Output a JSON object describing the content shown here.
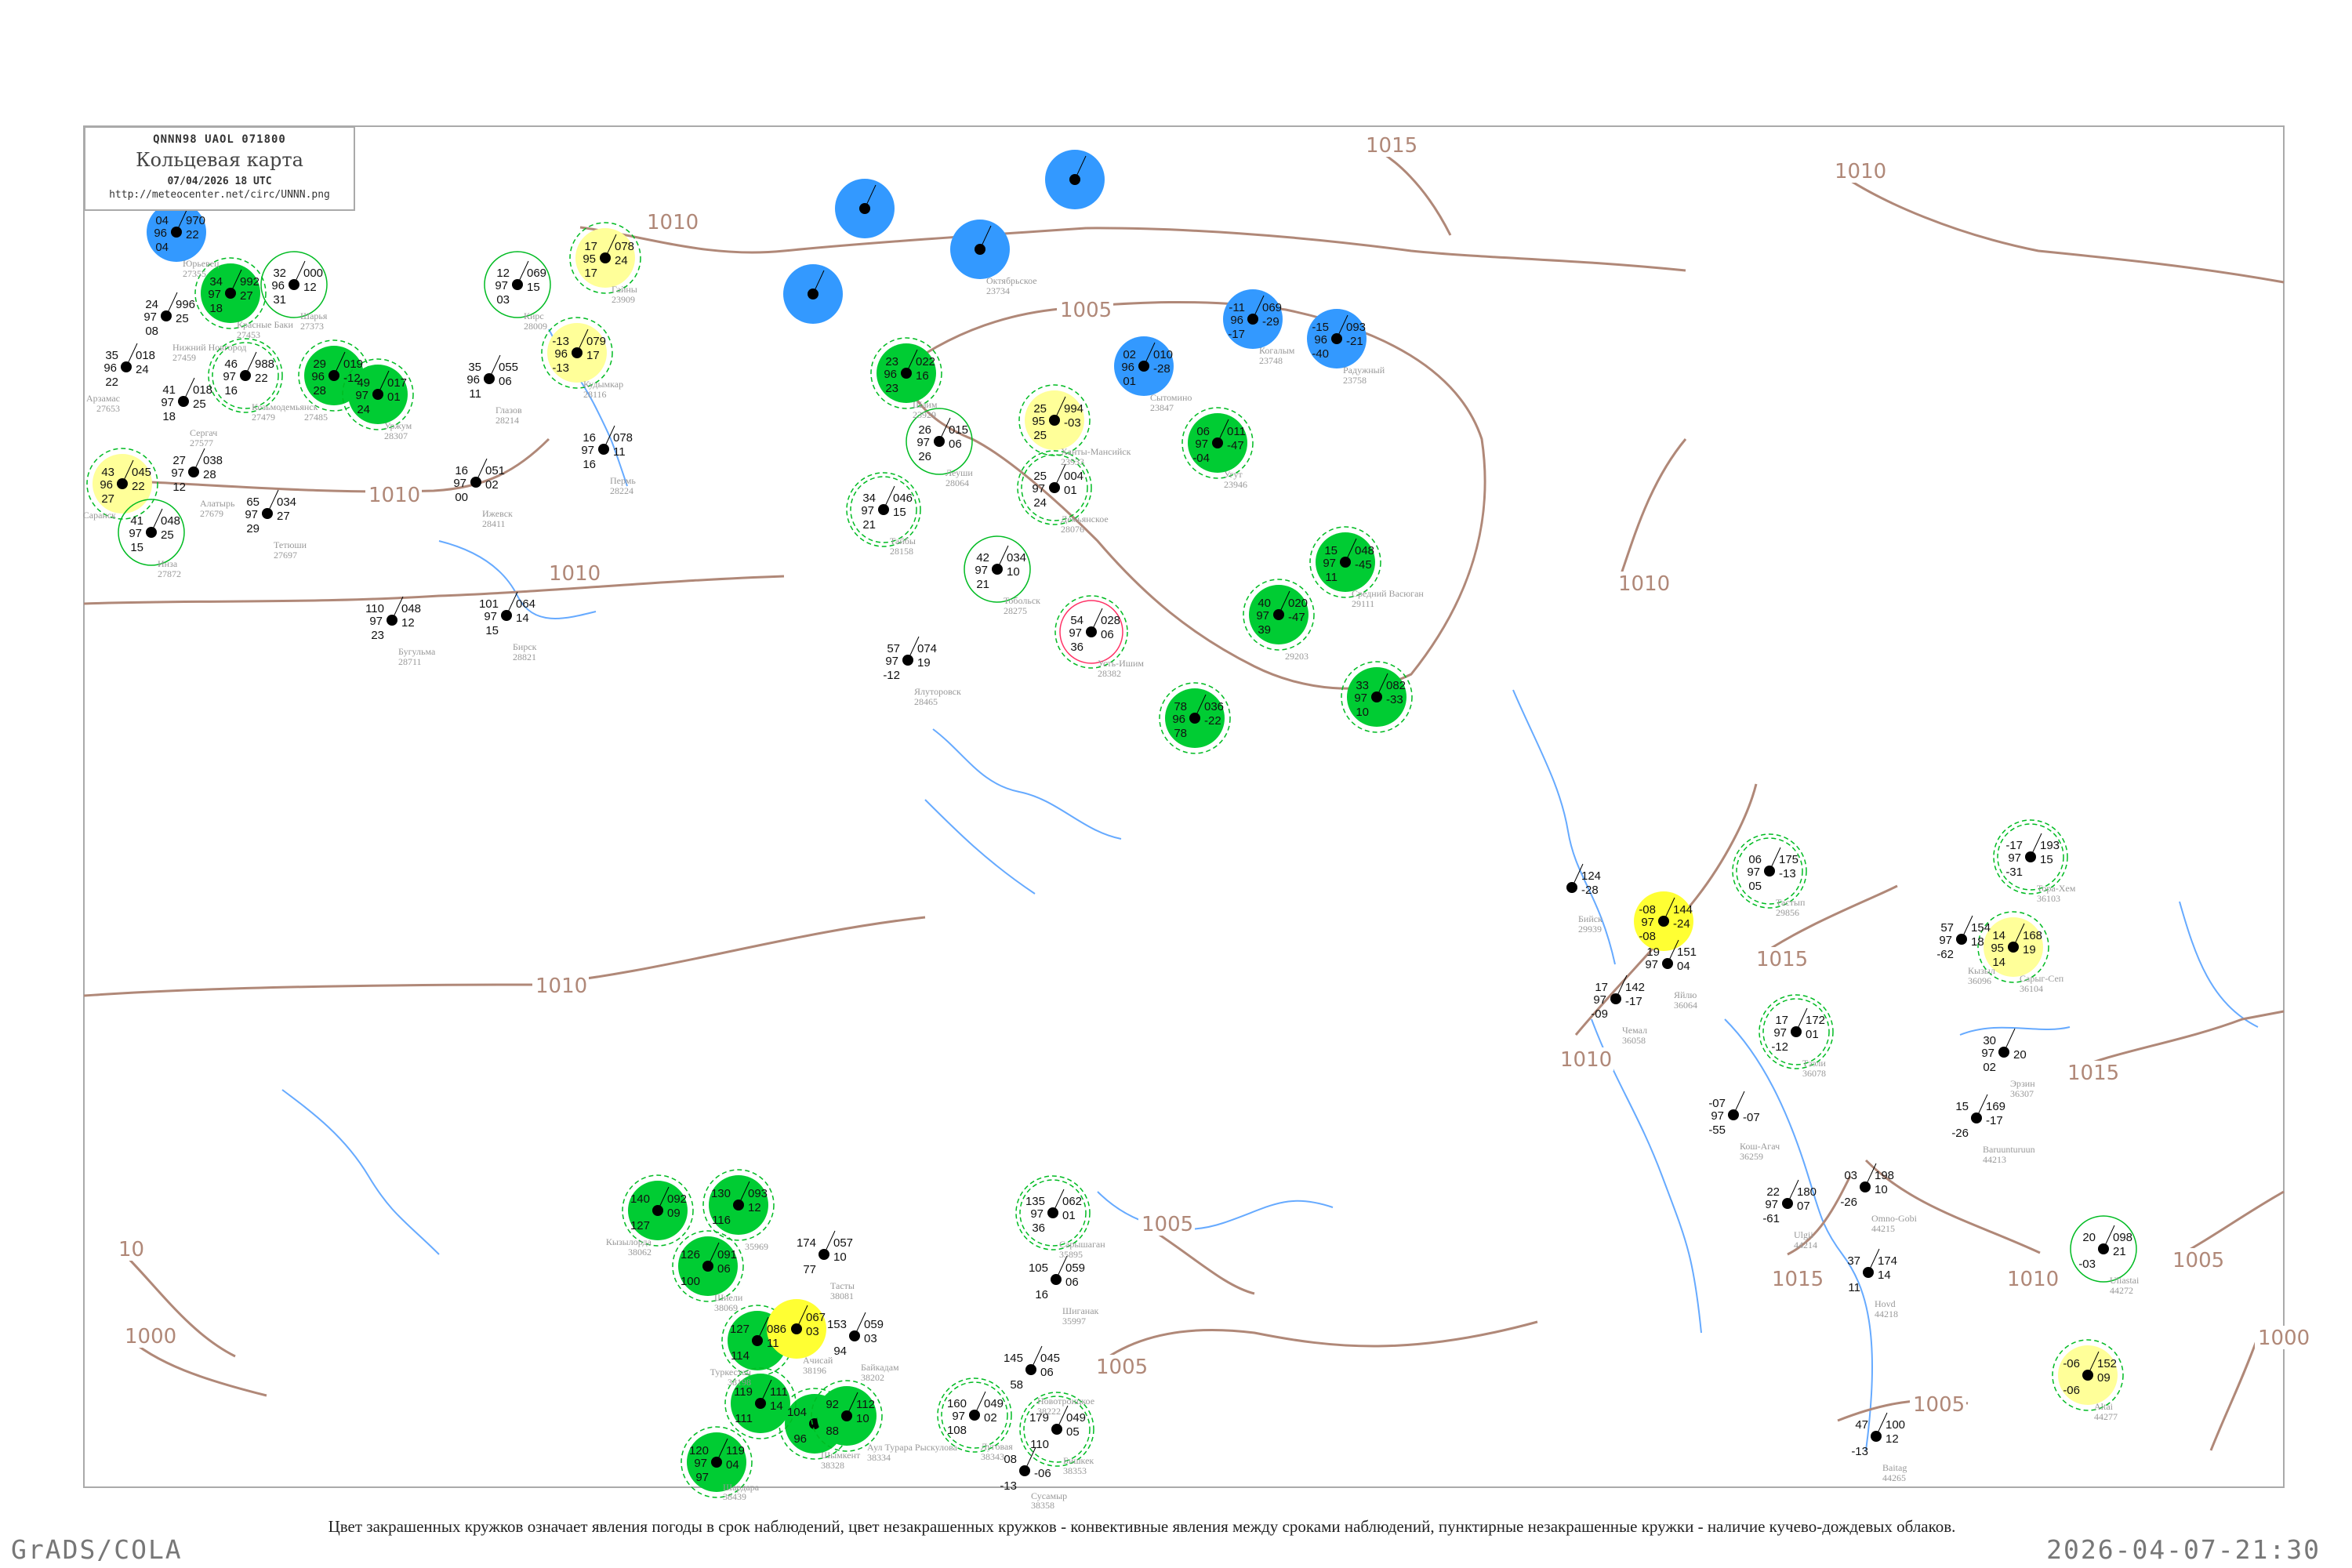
{
  "header": {
    "code": "QNNN98   UAOL   071800",
    "title": "Кольцевая карта",
    "datetime": "07/04/2026 18 UTC",
    "url": "http://meteocenter.net/circ/UNNN.png"
  },
  "caption": "Цвет закрашенных кружков означает явления погоды в срок наблюдений, цвет незакрашенных кружков - конвективные явления между сроками наблюдений, пунктирные незакрашенные кружки - наличие кучево-дождевых облаков.",
  "credit_left": "GrADS/COLA",
  "credit_right": "2026-04-07-21:30",
  "colors": {
    "blue": "#3399ff",
    "green": "#00cc33",
    "yellow": "#ffff99",
    "bright_yellow": "#ffff33",
    "ring": "#00bb22",
    "pink": "#ff3366",
    "isobar": "#b08878",
    "river": "#66aaff"
  },
  "isobar_labels": [
    "1005",
    "1010",
    "1010",
    "1010",
    "1015",
    "1010",
    "1010",
    "1010",
    "1015",
    "1015",
    "1015",
    "1010",
    "1005",
    "1005",
    "1005",
    "1005",
    "1010",
    "10",
    "1000",
    "1000"
  ],
  "stations": [
    {
      "name": "Ханты-Мансийск",
      "id": "23933",
      "kind": "yellow",
      "t": "25",
      "p": "994",
      "c": "95",
      "w": "-03",
      "td": "25"
    },
    {
      "name": "Сытомино",
      "id": "23847",
      "kind": "blue",
      "t": "02",
      "p": "010",
      "c": "96",
      "w": "-28",
      "td": "01"
    },
    {
      "name": "Когалым",
      "id": "23748",
      "kind": "blue",
      "t": "-11",
      "p": "069",
      "c": "96",
      "w": "-29",
      "td": "-17"
    },
    {
      "name": "Радужный",
      "id": "23758",
      "kind": "blue",
      "t": "-15",
      "p": "093",
      "c": "96",
      "w": "-21",
      "td": "-40"
    },
    {
      "name": "Угут",
      "id": "23946",
      "kind": "green",
      "t": "06",
      "p": "011",
      "c": "97",
      "w": "-47",
      "td": "-04"
    },
    {
      "name": "Шаим",
      "id": "23929",
      "kind": "green",
      "t": "23",
      "p": "022",
      "c": "96",
      "w": "16",
      "td": "23"
    },
    {
      "name": "Леуши",
      "id": "28064",
      "kind": "ring",
      "t": "26",
      "p": "015",
      "c": "97",
      "w": "06",
      "td": "26"
    },
    {
      "name": "Демьянское",
      "id": "28076",
      "kind": "dashed",
      "t": "25",
      "p": "004",
      "c": "97",
      "w": "01",
      "td": "24"
    },
    {
      "name": "Тобольск",
      "id": "28275",
      "kind": "ring",
      "t": "42",
      "p": "034",
      "c": "97",
      "w": "10",
      "td": "21"
    },
    {
      "name": "Усть-Ишим",
      "id": "28382",
      "kind": "pink",
      "t": "54",
      "p": "028",
      "c": "97",
      "w": "06",
      "td": "36"
    },
    {
      "name": "Средний Васюган",
      "id": "29111",
      "kind": "green",
      "t": "15",
      "p": "048",
      "c": "97",
      "w": "-45",
      "td": "11"
    },
    {
      "name": "",
      "id": "29203",
      "kind": "green",
      "t": "40",
      "p": "020",
      "c": "97",
      "w": "-47",
      "td": "39"
    },
    {
      "name": "Тайбы",
      "id": "28158",
      "kind": "dashed",
      "t": "34",
      "p": "046",
      "c": "97",
      "w": "15",
      "td": "21"
    },
    {
      "name": "Ялуторовск",
      "id": "28465",
      "kind": "none",
      "t": "57",
      "p": "074",
      "c": "97",
      "w": "19",
      "td": "-12"
    },
    {
      "name": "Юрьевец",
      "id": "27355",
      "kind": "blue",
      "t": "04",
      "p": "970",
      "c": "96",
      "w": "22",
      "td": "04"
    },
    {
      "name": "Красные Баки",
      "id": "27453",
      "kind": "green",
      "t": "34",
      "p": "992",
      "c": "97",
      "w": "27",
      "td": "18"
    },
    {
      "name": "Шарья",
      "id": "27373",
      "kind": "ring",
      "t": "32",
      "p": "000",
      "c": "96",
      "w": "12",
      "td": "31"
    },
    {
      "name": "Нижний Новгород",
      "id": "27459",
      "kind": "none",
      "t": "24",
      "p": "996",
      "c": "97",
      "w": "25",
      "td": "08"
    },
    {
      "name": "Арзамас",
      "id": "27653",
      "kind": "none",
      "t": "35",
      "p": "018",
      "c": "96",
      "w": "24",
      "td": "22"
    },
    {
      "name": "Сергач",
      "id": "27577",
      "kind": "none",
      "t": "41",
      "p": "018",
      "c": "97",
      "w": "25",
      "td": "18"
    },
    {
      "name": "Козьмодемьянск",
      "id": "27479",
      "kind": "dashed",
      "t": "46",
      "p": "988",
      "c": "97",
      "w": "22",
      "td": "16"
    },
    {
      "name": "",
      "id": "27485",
      "kind": "green",
      "t": "29",
      "p": "019",
      "c": "96",
      "w": "-12",
      "td": "28"
    },
    {
      "name": "Уржум",
      "id": "28307",
      "kind": "green",
      "t": "49",
      "p": "017",
      "c": "97",
      "w": "01",
      "td": "24"
    },
    {
      "name": "Глазов",
      "id": "28214",
      "kind": "none",
      "t": "35",
      "p": "055",
      "c": "96",
      "w": "06",
      "td": "11"
    },
    {
      "name": "Кирс",
      "id": "28009",
      "kind": "ring",
      "t": "12",
      "p": "069",
      "c": "97",
      "w": "15",
      "td": "03"
    },
    {
      "name": "Кудымкар",
      "id": "28116",
      "kind": "yellow",
      "t": "-13",
      "p": "079",
      "c": "96",
      "w": "17",
      "td": "-13"
    },
    {
      "name": "Гайны",
      "id": "23909",
      "kind": "yellow",
      "t": "17",
      "p": "078",
      "c": "95",
      "w": "24",
      "td": "17"
    },
    {
      "name": "Саранск",
      "id": "",
      "kind": "yellow",
      "t": "43",
      "p": "045",
      "c": "96",
      "w": "22",
      "td": "27"
    },
    {
      "name": "Инза",
      "id": "27872",
      "kind": "ring",
      "t": "41",
      "p": "048",
      "c": "97",
      "w": "25",
      "td": "15"
    },
    {
      "name": "Алатырь",
      "id": "27679",
      "kind": "none",
      "t": "27",
      "p": "038",
      "c": "97",
      "w": "28",
      "td": "12"
    },
    {
      "name": "Ижевск",
      "id": "28411",
      "kind": "none",
      "t": "16",
      "p": "051",
      "c": "97",
      "w": "02",
      "td": "00"
    },
    {
      "name": "Пермь",
      "id": "28224",
      "kind": "none",
      "t": "16",
      "p": "078",
      "c": "97",
      "w": "11",
      "td": "16"
    },
    {
      "name": "Тетюши",
      "id": "27697",
      "kind": "none",
      "t": "65",
      "p": "034",
      "c": "97",
      "w": "27",
      "td": "29"
    },
    {
      "name": "Бугульма",
      "id": "28711",
      "kind": "none",
      "t": "110",
      "p": "048",
      "c": "97",
      "w": "12",
      "td": "23"
    },
    {
      "name": "Бирск",
      "id": "28821",
      "kind": "none",
      "t": "101",
      "p": "064",
      "c": "97",
      "w": "14",
      "td": "15"
    },
    {
      "name": "Кызылорда",
      "id": "38062",
      "kind": "green",
      "t": "140",
      "p": "092",
      "c": "",
      "w": "09",
      "td": "127"
    },
    {
      "name": "",
      "id": "35969",
      "kind": "green",
      "t": "130",
      "p": "093",
      "c": "",
      "w": "12",
      "td": "116"
    },
    {
      "name": "Шиели",
      "id": "38069",
      "kind": "green",
      "t": "126",
      "p": "091",
      "c": "",
      "w": "06",
      "td": "100"
    },
    {
      "name": "Туркестан",
      "id": "38198",
      "kind": "green",
      "t": "127",
      "p": "086",
      "c": "",
      "w": "11",
      "td": "114"
    },
    {
      "name": "Ачисай",
      "id": "38196",
      "kind": "bright_yellow",
      "t": "",
      "p": "067",
      "c": "",
      "w": "03",
      "td": ""
    },
    {
      "name": "Байкадам",
      "id": "38202",
      "kind": "none",
      "t": "153",
      "p": "059",
      "c": "",
      "w": "03",
      "td": "94"
    },
    {
      "name": "Тасты",
      "id": "38081",
      "kind": "none",
      "t": "174",
      "p": "057",
      "c": "",
      "w": "10",
      "td": "77"
    },
    {
      "name": "Шардара",
      "id": "38439",
      "kind": "green",
      "t": "120",
      "p": "119",
      "c": "97",
      "w": "04",
      "td": "97"
    },
    {
      "name": "Шымкент",
      "id": "38328",
      "kind": "green",
      "t": "104",
      "p": "",
      "c": "",
      "w": "",
      "td": "96"
    },
    {
      "name": "",
      "id": "",
      "kind": "green",
      "t": "119",
      "p": "111",
      "c": "",
      "w": "14",
      "td": "111"
    },
    {
      "name": "Аул Турара Рыскулова",
      "id": "38334",
      "kind": "green",
      "t": "92",
      "p": "112",
      "c": "",
      "w": "10",
      "td": "88"
    },
    {
      "name": "Луговая",
      "id": "38343",
      "kind": "dashed",
      "t": "160",
      "p": "049",
      "c": "97",
      "w": "02",
      "td": "108"
    },
    {
      "name": "Бишкек",
      "id": "38353",
      "kind": "dashed",
      "t": "179",
      "p": "049",
      "c": "",
      "w": "05",
      "td": "110"
    },
    {
      "name": "Сусамыр",
      "id": "38358",
      "kind": "none",
      "t": "08",
      "p": "",
      "c": "",
      "w": "-06",
      "td": "-13"
    },
    {
      "name": "Новотроицкое",
      "id": "38222",
      "kind": "none",
      "t": "145",
      "p": "045",
      "c": "",
      "w": "06",
      "td": "58"
    },
    {
      "name": "Шиганак",
      "id": "35997",
      "kind": "none",
      "t": "105",
      "p": "059",
      "c": "",
      "w": "06",
      "td": "16"
    },
    {
      "name": "Сарышаган",
      "id": "35895",
      "kind": "dashed",
      "t": "135",
      "p": "062",
      "c": "97",
      "w": "01",
      "td": "36"
    },
    {
      "name": "",
      "id": "",
      "kind": "bright_yellow",
      "t": "-08",
      "p": "144",
      "c": "97",
      "w": "-24",
      "td": "-08"
    },
    {
      "name": "Бийск",
      "id": "29939",
      "kind": "none",
      "t": "",
      "p": "124",
      "c": "",
      "w": "-28",
      "td": ""
    },
    {
      "name": "Тастып",
      "id": "29856",
      "kind": "dashed",
      "t": "06",
      "p": "175",
      "c": "97",
      "w": "-13",
      "td": "05"
    },
    {
      "name": "Тээли",
      "id": "36078",
      "kind": "dashed",
      "t": "17",
      "p": "172",
      "c": "97",
      "w": "01",
      "td": "-12"
    },
    {
      "name": "Сарыг-Сеп",
      "id": "36104",
      "kind": "yellow",
      "t": "14",
      "p": "168",
      "c": "95",
      "w": "19",
      "td": "14"
    },
    {
      "name": "Тора-Хем",
      "id": "36103",
      "kind": "dashed",
      "t": "-17",
      "p": "193",
      "c": "97",
      "w": "15",
      "td": "-31"
    },
    {
      "name": "Кызыл",
      "id": "36096",
      "kind": "none",
      "t": "57",
      "p": "154",
      "c": "97",
      "w": "18",
      "td": "-62"
    },
    {
      "name": "Эрзин",
      "id": "36307",
      "kind": "none",
      "t": "30",
      "p": "",
      "c": "97",
      "w": "20",
      "td": "02"
    },
    {
      "name": "Кош-Агач",
      "id": "36259",
      "kind": "none",
      "t": "-07",
      "p": "",
      "c": "97",
      "w": "-07",
      "td": "-55"
    },
    {
      "name": "Hovd",
      "id": "44218",
      "kind": "none",
      "t": "37",
      "p": "174",
      "c": "",
      "w": "14",
      "td": "11"
    },
    {
      "name": "Ulgii",
      "id": "44214",
      "kind": "none",
      "t": "22",
      "p": "180",
      "c": "97",
      "w": "07",
      "td": "-61"
    },
    {
      "name": "Baruunturuun",
      "id": "44213",
      "kind": "none",
      "t": "15",
      "p": "169",
      "c": "",
      "w": "-17",
      "td": "-26"
    },
    {
      "name": "Uliastai",
      "id": "44272",
      "kind": "ring",
      "t": "20",
      "p": "098",
      "c": "",
      "w": "21",
      "td": "-03"
    },
    {
      "name": "Altai",
      "id": "44277",
      "kind": "yellow",
      "t": "-06",
      "p": "152",
      "c": "",
      "w": "09",
      "td": "-06"
    },
    {
      "name": "Baitag",
      "id": "44265",
      "kind": "none",
      "t": "47",
      "p": "100",
      "c": "",
      "w": "12",
      "td": "-13"
    },
    {
      "name": "Omno-Gobi",
      "id": "44215",
      "kind": "none",
      "t": "03",
      "p": "198",
      "c": "",
      "w": "10",
      "td": "-26"
    },
    {
      "name": "Чемал",
      "id": "36058",
      "kind": "none",
      "t": "17",
      "p": "142",
      "c": "97",
      "w": "-17",
      "td": "-09"
    },
    {
      "name": "Яйлю",
      "id": "36064",
      "kind": "none",
      "t": "19",
      "p": "151",
      "c": "97",
      "w": "04",
      "td": ""
    },
    {
      "name": "Октябрьское",
      "id": "23734",
      "kind": "blue",
      "t": "",
      "p": "",
      "c": "",
      "w": "",
      "td": ""
    },
    {
      "name": "",
      "id": "",
      "kind": "blue",
      "t": "",
      "p": "",
      "c": "",
      "w": "",
      "td": ""
    },
    {
      "name": "",
      "id": "",
      "kind": "blue",
      "t": "",
      "p": "",
      "c": "",
      "w": "",
      "td": ""
    },
    {
      "name": "",
      "id": "",
      "kind": "blue",
      "t": "",
      "p": "",
      "c": "",
      "w": "",
      "td": ""
    },
    {
      "name": "",
      "id": "",
      "kind": "green",
      "t": "33",
      "p": "082",
      "c": "97",
      "w": "-33",
      "td": "10"
    },
    {
      "name": "",
      "id": "",
      "kind": "green",
      "t": "78",
      "p": "036",
      "c": "96",
      "w": "-22",
      "td": "78"
    }
  ]
}
